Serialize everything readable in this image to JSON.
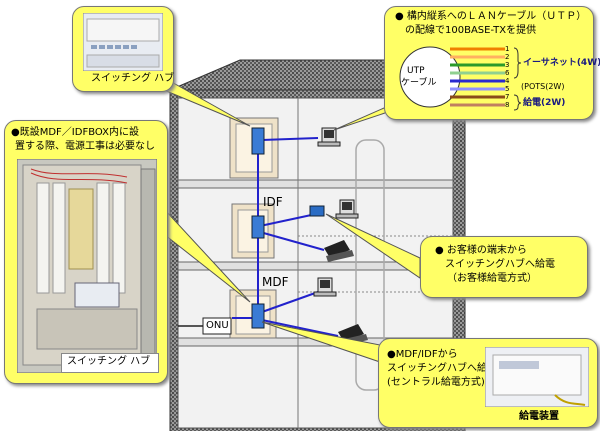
{
  "callouts": {
    "switching_hub_top": {
      "caption": "スイッチング ハブ"
    },
    "utp": {
      "line1": "● 構内縦系へのＬＡＮケーブル（ＵＴＰ）",
      "line2": "の配線で100BASE-TXを提供",
      "cable_label_1": "UTP",
      "cable_label_2": "ケーブル",
      "ethernet": "イーサネット(4W)",
      "pots": "(POTS(2W)",
      "power": "給電(2W)",
      "pin_numbers": [
        "1",
        "2",
        "3",
        "6",
        "4",
        "5",
        "7",
        "8"
      ]
    },
    "existing_mdf": {
      "line1": "●既設MDF／IDFBOX内に設",
      "line2": "置する際、電源工事は必要なし",
      "hub_caption": "スイッチング ハブ"
    },
    "customer_power": {
      "line1": "● お客様の端末から",
      "line2": "スイッチングハブへ給電",
      "line3": "（お客様給電方式）"
    },
    "central_power": {
      "line1": "●MDF/IDFから",
      "line2": "スイッチングハブへ給電",
      "line3": "(セントラル給電方式)",
      "device_caption": "給電装置"
    }
  },
  "building": {
    "idf_label": "IDF",
    "mdf_label": "MDF",
    "onu_label": "ONU"
  },
  "colors": {
    "callout_fill": "#ffff66",
    "wall_pattern": "#6f6f6f",
    "floor_fill": "#e6e6e6",
    "network_line": "#2222cc",
    "switch_blue": "#3a7bd5"
  }
}
